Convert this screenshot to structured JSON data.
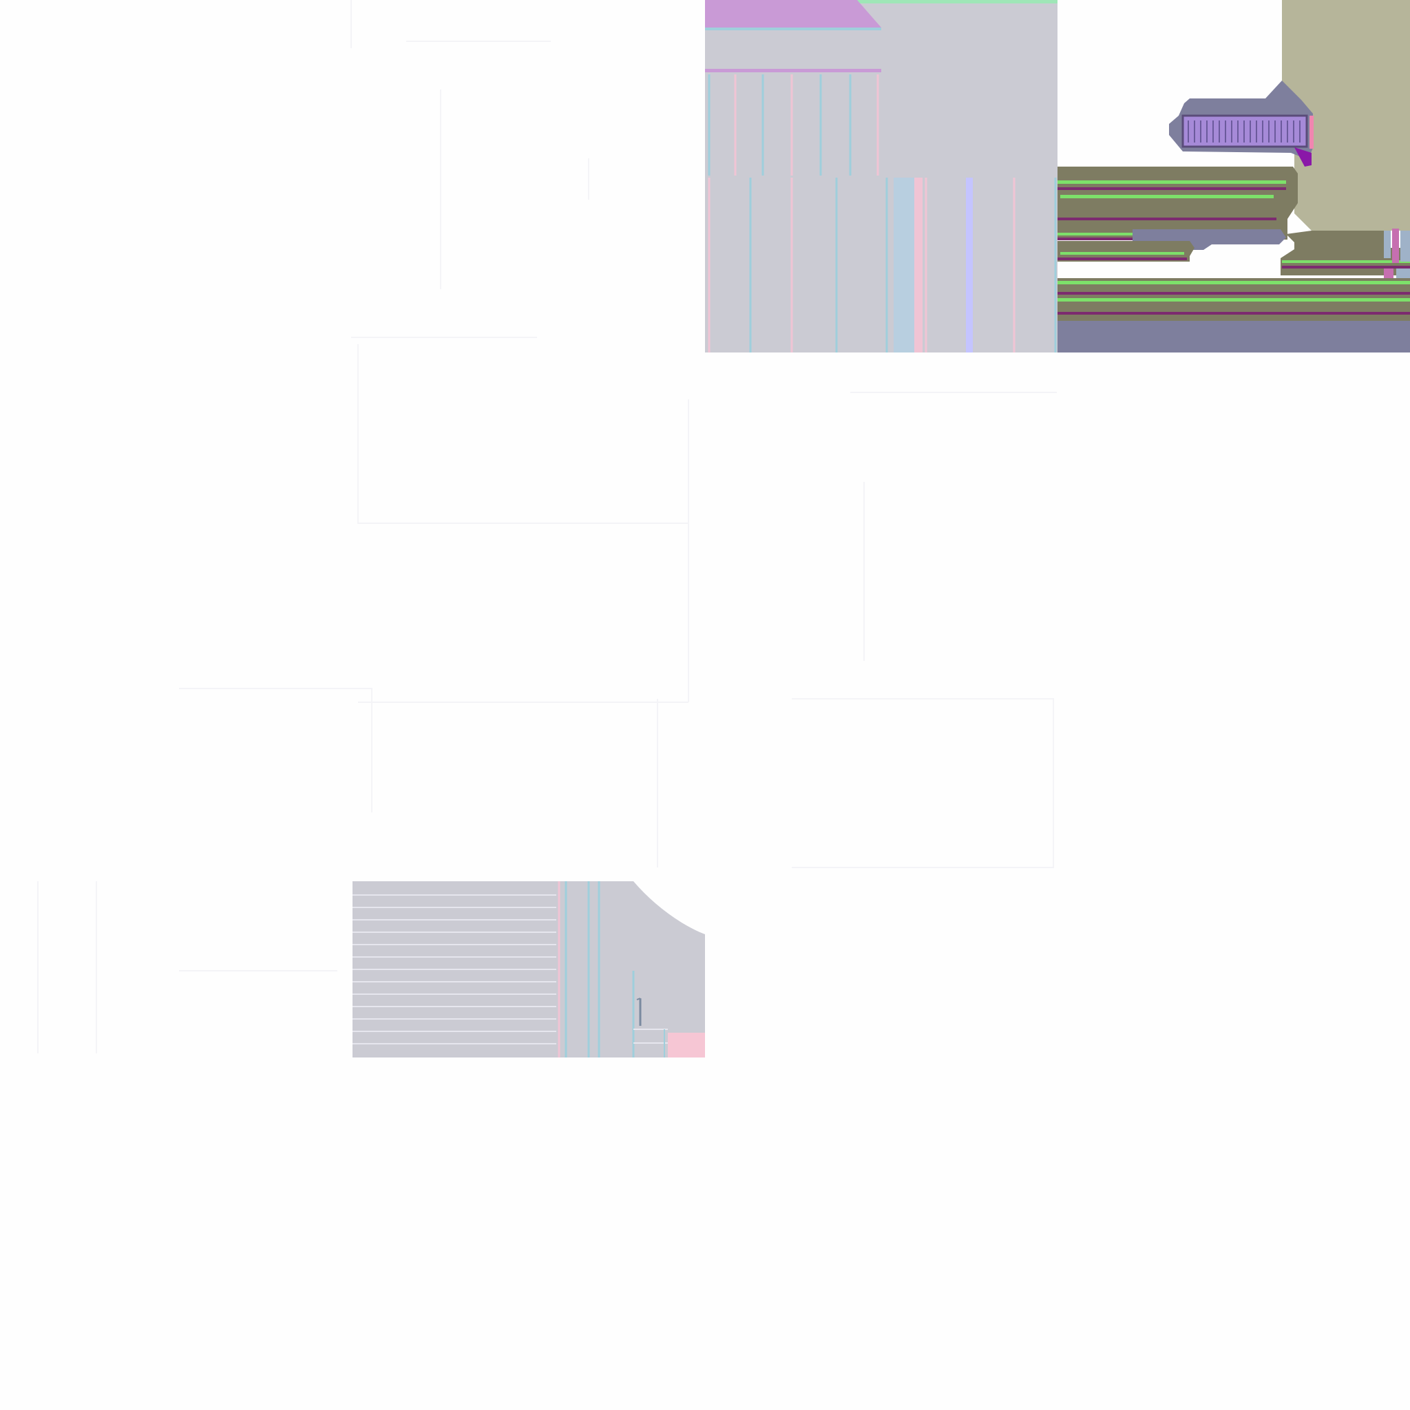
{
  "texture_atlas": {
    "background_color": "#fefefe",
    "island_count": 3,
    "islands": [
      {
        "name": "tile-top-center",
        "colors": {
          "base": "#cbcbd3",
          "top_band": "#c99ad6",
          "top_strip": "#9fe6b7",
          "edge_cyan": "#9fcfdc",
          "edge_pink": "#f0c4d4",
          "edge_blue": "#c4c4ff"
        }
      },
      {
        "name": "tile-top-right-pipes",
        "colors": {
          "base": "#7e7f9d",
          "olive": "#b6b59a",
          "olive_dark": "#7e7c62",
          "green_highlight": "#7de06a",
          "magenta_shadow": "#7c2b6f",
          "purple": "#8a18a8",
          "grille_purple": "#a68ad8"
        }
      },
      {
        "name": "tile-bottom-left-panel",
        "colors": {
          "base": "#cbcbd3",
          "line_light": "#e6e6ee",
          "edge_pink": "#f0c4d4",
          "edge_cyan": "#9fcfdc",
          "pink_patch": "#f6c6d4"
        }
      }
    ]
  }
}
